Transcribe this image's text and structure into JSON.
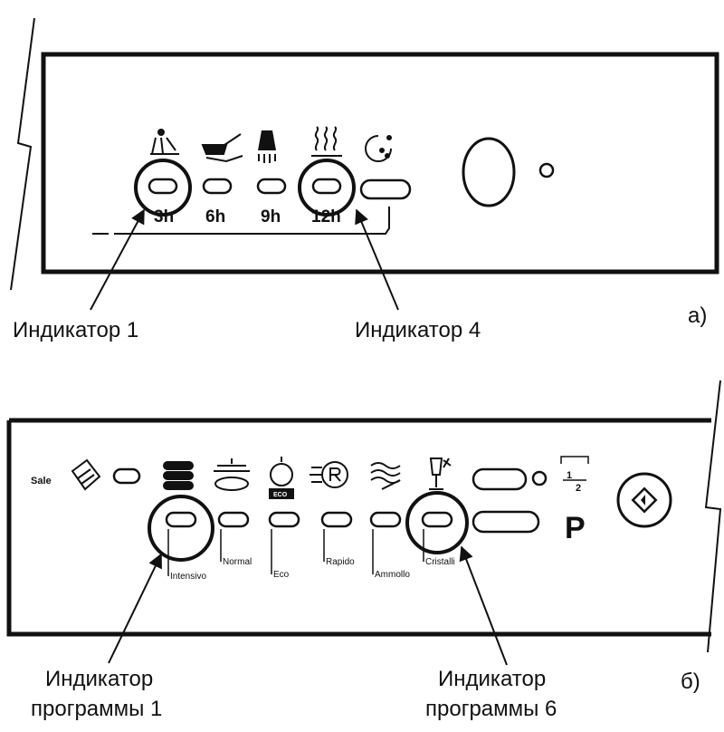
{
  "panel_a": {
    "tag": "a)",
    "time_labels": [
      "3h",
      "6h",
      "9h",
      "12h"
    ],
    "callouts": [
      "Индикатор 1",
      "Индикатор 4"
    ]
  },
  "panel_b": {
    "tag": "б)",
    "sale_label": "Sale",
    "programs": [
      "Intensivo",
      "Normal",
      "Eco",
      "Rapido",
      "Ammollo",
      "Cristalli"
    ],
    "eco_badge": "ECO",
    "half_load_top": "1",
    "half_load_bottom": "2",
    "program_button_label": "P",
    "callout_left_line1": "Индикатор",
    "callout_left_line2": "программы 1",
    "callout_right_line1": "Индикатор",
    "callout_right_line2": "программы 6"
  },
  "icons": {
    "panel_a": [
      "shower-icon",
      "pan-icon",
      "glass-drops-icon",
      "steam-icon",
      "clock-icon"
    ],
    "panel_b": [
      "salt-icon",
      "pots-icon",
      "pot-lid-icon",
      "eco-icon",
      "rapid-icon",
      "soak-waves-icon",
      "glass-icon",
      "start-icon"
    ]
  }
}
